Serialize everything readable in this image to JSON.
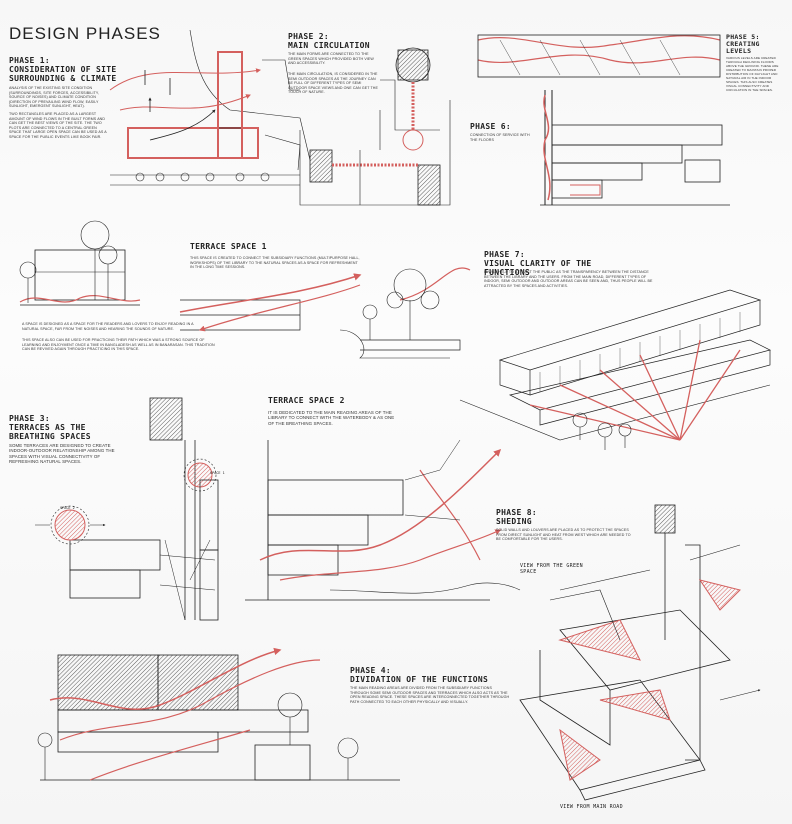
{
  "title": "DESIGN PHASES",
  "phase1": {
    "heading1": "PHASE 1:",
    "heading2": "CONSIDERATION OF SITE",
    "heading3": "SURROUNDING & CLIMATE",
    "text_a": "ANALYSIS OF THE EXISTING SITE CONDITION (SURROUNDINGS, SITE FORCES, ACCESSIBILITY, SOURCE OF NOISES) AND CLIMATE CONDITION (DIRECTION OF PREVAILING WIND FLOW, EASILY SUNLIGHT, EMERGENT SUNLIGHT, HEAT).",
    "text_b": "TWO RECTANGLES ARE PLACED AS A LARGEST AMOUNT OF WIND FLOWS IN THE BUILT FORMS AND CAN GET THE BEST VIEWS OF THE SITE. THE TWO PLOTS ARE CONNECTED TO A CENTRAL GREEN SPACE THAT LARGE OPEN SPACE CAN BE USED AS A SPACE FOR THE PUBLIC EVENTS LIKE BOOK FAIR."
  },
  "phase2": {
    "heading1": "PHASE 2:",
    "heading2": "MAIN CIRCULATION",
    "text_a": "THE MAIN FORMS ARE CONNECTED TO THE GREEN SPACES WHICH PROVIDED BOTH VIEW AND ACCESSIBILITY.",
    "text_b": "THE MAIN CIRCULATION, IS CONSIDERED IN THE SEMI OUTDOOR SPACES AS THE JOURNEY CAN BE FULL OF DIFFERENT TYPES OF SEMI OUTDOOR SPACE VIEWS AND ONE CAN GET THE TOUCH OF NATURE."
  },
  "phase5": {
    "heading1": "PHASE 5:",
    "heading2": "CREATING",
    "heading3": "LEVELS",
    "text_a": "VARIOUS LEVELS ARE CREATED THROUGH DECLINING FLOORS ABOVE THE GROUND. THESE ARE CREATED TO MAINTAIN PROPER DISTRIBUTION OF DAYLIGHT AND NATURAL AIR IN THE INDOOR SPACES. THIS ALSO CREATES VISUAL CONNECTIVITY AND CIRCULATION IN THE SPACES."
  },
  "phase6": {
    "heading1": "PHASE 6:",
    "text_a": "CONNECTION OF SERVICE WITH THE FLOORS"
  },
  "terrace1": {
    "heading": "TERRACE SPACE 1",
    "text_a": "THIS SPACE IS CREATED TO CONNECT THE SUBSIDIARY FUNCTIONS (MULTIPURPOSE HALL, WORKSHOPS) OF THE LIBRARY TO THE NATURAL SPACES AS A SPACE FOR REFRESHMENT IN THE LONG TIME SESSIONS.",
    "text_b": "A SPACE IS DESIGNED AS A SPACE FOR THE READERS AND LOVERS TO ENJOY READING IN A NATURAL SPACE, FAR FROM THE NOISES AND HEARING THE SOUNDS OF NATURE.",
    "text_c": "THIS SPACE ALSO CAN BE USED FOR PRACTICING THEIR PATH WHICH WAS A STRONG SOURCE OF LEARNING AND ENJOYMENT ONCE A TIME IN BANGLADESH AS WELL AS IN BANARASAN. THIS TRADITION CAN BE REVIVED AGAIN THROUGH PRACTICING IN THIS SPACE."
  },
  "phase7": {
    "heading1": "PHASE 7:",
    "heading2": "VISUAL CLARITY OF THE FUNCTIONS",
    "text_a": "IT WILL HELP TO ATTRACT THE PUBLIC AS THE TRANSPARENCY BETWEEN THE DISTANCE BETWEEN THE LIBRARY AND THE USERS. FROM THE MAIN ROAD, DIFFERENT TYPES OF INDOOR, SEMI OUTDOOR AND OUTDOOR AREAS CAN BE SEEN AND, THUS PEOPLE WILL BE ATTRACTED BY THE SPACES AND ACTIVITIES."
  },
  "phase3": {
    "heading1": "PHASE 3:",
    "heading2": "TERRACES AS THE",
    "heading3": "BREATHING SPACES",
    "text_a": "SOME TERRACES ARE DESIGNED TO CREATE INDOOR-OUTDOOR RELATIONSHIP AMONG THE SPACES WITH VISUAL CONNECTIVITY OF REFRESHING NATURAL SPACES.",
    "label_space1": "SPACE 1",
    "label_space2": "SPACE 2"
  },
  "terrace2": {
    "heading": "TERRACE SPACE 2",
    "text_a": "IT IS DEDICATED TO THE MAIN READING AREAS OF THE LIBRARY TO CONNECT WITH THE WATERBODY & AS ONE OF THE BREATHING SPACES."
  },
  "phase8": {
    "heading1": "PHASE 8:",
    "heading2": "SHEDING",
    "text_a": "SOLID WALLS AND LOUVERS ARE PLACED AS TO PROTECT THE SPACES FROM DIRECT SUNLIGHT AND HEAT FROM WEST WHICH ARE NEEDED TO BE COMFORTABLE FOR THE USERS.",
    "label_green": "VIEW FROM THE GREEN SPACE",
    "label_road": "VIEW FROM MAIN ROAD"
  },
  "phase4": {
    "heading1": "PHASE 4:",
    "heading2": "DIVIDATION OF THE FUNCTIONS",
    "text_a": "THE MAIN READING AREAS ARE DIVIDED FROM THE SUBSIDIARY FUNCTIONS THROUGH SOME SEMI OUTDOOR SPACES AND TERRACES WHICH ALSO ACTS AS THE OPEN READING SPACE. THESE SPACES ARE INTERCONNECTED TOGETHER THROUGH PATH CONNECTED TO EACH OTHER PHYSICALLY AND VISUALLY."
  },
  "colors": {
    "ink": "#1e1e1e",
    "accent_red": "#d4605e",
    "hatch": "#444444"
  }
}
